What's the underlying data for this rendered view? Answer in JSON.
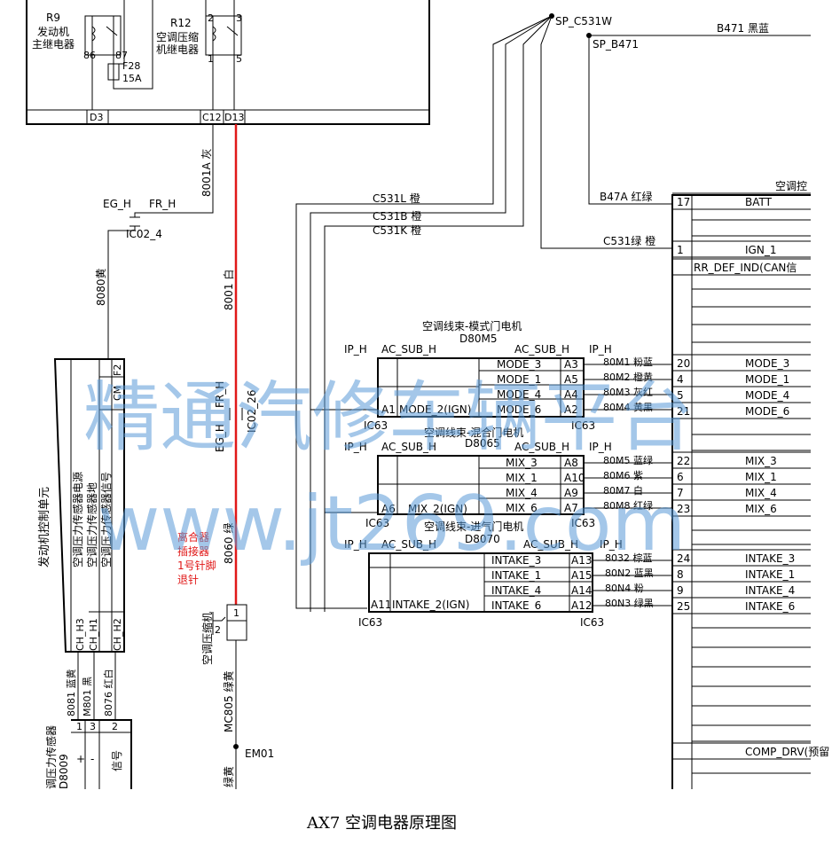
{
  "caption": "AX7 空调电器原理图",
  "watermark": {
    "line1": "精通汽修车辆平台",
    "line2": "www.jt269.com"
  },
  "relays": {
    "r9_name": "R9",
    "r9_desc1": "发动机",
    "r9_desc2": "主继电器",
    "r12_name": "R12",
    "r12_desc1": "空调压缩",
    "r12_desc2": "机继电器",
    "pin86": "86",
    "pin87": "87",
    "pin2": "2",
    "pin3": "3",
    "pin1": "1",
    "pin5": "5",
    "fuse": "F28",
    "fuse_rating": "15A",
    "d3": "D3",
    "c12": "C12",
    "d13": "D13"
  },
  "splices": {
    "sp_c531w": "SP_C531W",
    "sp_b471": "SP_B471",
    "b471": "B471 黑蓝"
  },
  "wires": {
    "w8001a": "8001A 灰",
    "w8001": "8001 白",
    "w8060": "8060 绿",
    "w8080": "8080黄",
    "c531l": "C531L 橙",
    "c531b": "C531B 橙",
    "c531k": "C531K 橙",
    "b47a": "B47A 红绿",
    "c531g": "C531绿 橙",
    "w8081": "8081 蓝黄",
    "wm801": "M801 黑",
    "w8076": "8076 红白",
    "mc805": "MC805 绿黄",
    "ground_wire": "绿黄"
  },
  "connectors": {
    "eg_h": "EG_H",
    "fr_h": "FR_H",
    "ic02_4": "IC02_4",
    "ic02_26": "IC02_26",
    "ic63": "IC63",
    "ip_h": "IP_H",
    "ac_sub_h": "AC_SUB_H",
    "em01": "EM01"
  },
  "ecu": {
    "title": "发动机控制单元",
    "f2": "F2",
    "cm": "CM",
    "l1": "空调压力传感器电源",
    "l2": "空调压力传感器地",
    "l3": "空调压力传感器信号",
    "h3": "CH_H3",
    "h1": "CH_H1",
    "h2": "CH_H2"
  },
  "sensor": {
    "title1": "调压力传感器",
    "title2": "D8009",
    "p1": "1",
    "p3": "3",
    "p2": "2",
    "plus": "+",
    "minus": "-",
    "signal": "信号"
  },
  "compressor": {
    "label": "空调压缩机",
    "p1": "1",
    "p2": "2"
  },
  "note": {
    "l1": "离合器",
    "l2": "插接器",
    "l3": "1号针脚",
    "l4": "退针"
  },
  "motors": {
    "mode_title": "空调线束-模式门电机",
    "mode_code": "D80M5",
    "mix_title": "空调线束-混合门电机",
    "mix_code": "D8065",
    "intake_title": "空调线束-进气门电机",
    "intake_code": "D8070",
    "mode_rows": [
      {
        "name": "MODE_3",
        "pin": "A3",
        "wire": "80M1 粉蓝"
      },
      {
        "name": "MODE_1",
        "pin": "A5",
        "wire": "80M2 橙黄"
      },
      {
        "name": "MODE_4",
        "pin": "A4",
        "wire": "80M3 灰红"
      },
      {
        "name": "MODE_6",
        "pin": "A2",
        "wire": "80M4 黄黑"
      }
    ],
    "mode_ign": "MODE_2(IGN)",
    "mode_ign_pin": "A1",
    "mix_rows": [
      {
        "name": "MIX_3",
        "pin": "A8",
        "wire": "80M5 蓝绿"
      },
      {
        "name": "MIX_1",
        "pin": "A10",
        "wire": "80M6 紫"
      },
      {
        "name": "MIX_4",
        "pin": "A9",
        "wire": "80M7 白"
      },
      {
        "name": "MIX_6",
        "pin": "A7",
        "wire": "80M8 红绿"
      }
    ],
    "mix_ign": "MIX_2(IGN)",
    "mix_ign_pin": "A6",
    "intake_rows": [
      {
        "name": "INTAKE_3",
        "pin": "A13",
        "wire": "8032 棕蓝"
      },
      {
        "name": "INTAKE_1",
        "pin": "A15",
        "wire": "80N2 蓝黑"
      },
      {
        "name": "INTAKE_4",
        "pin": "A14",
        "wire": "80N4 粉"
      },
      {
        "name": "INTAKE_6",
        "pin": "A12",
        "wire": "80N3 绿黑"
      }
    ],
    "intake_ign": "INTAKE_2(IGN)",
    "intake_ign_pin": "A11"
  },
  "ac_ctrl": {
    "title": "空调控",
    "rows": [
      {
        "pin": "17",
        "name": "BATT"
      },
      {
        "pin": "1",
        "name": "IGN_1"
      },
      {
        "pin": "",
        "name": "RR_DEF_IND(CAN信"
      },
      {
        "pin": "20",
        "name": "MODE_3"
      },
      {
        "pin": "4",
        "name": "MODE_1"
      },
      {
        "pin": "5",
        "name": "MODE_4"
      },
      {
        "pin": "21",
        "name": "MODE_6"
      },
      {
        "pin": "22",
        "name": "MIX_3"
      },
      {
        "pin": "6",
        "name": "MIX_1"
      },
      {
        "pin": "7",
        "name": "MIX_4"
      },
      {
        "pin": "23",
        "name": "MIX_6"
      },
      {
        "pin": "24",
        "name": "INTAKE_3"
      },
      {
        "pin": "8",
        "name": "INTAKE_1"
      },
      {
        "pin": "9",
        "name": "INTAKE_4"
      },
      {
        "pin": "25",
        "name": "INTAKE_6"
      },
      {
        "pin": "",
        "name": "COMP_DRV(预留"
      }
    ]
  },
  "colors": {
    "line": "#000000",
    "highlight": "#e01818",
    "watermark": "#5a9bd8",
    "background": "#ffffff"
  }
}
